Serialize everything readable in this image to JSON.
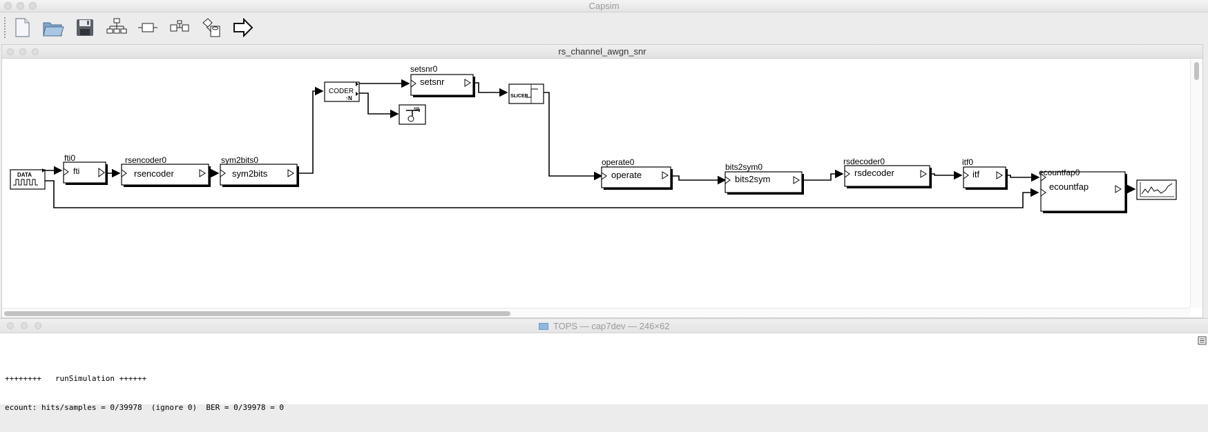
{
  "app": {
    "title": "Capsim"
  },
  "toolbar": {
    "buttons": [
      {
        "icon": "new-document-icon"
      },
      {
        "icon": "open-folder-icon"
      },
      {
        "icon": "save-disk-icon"
      },
      {
        "icon": "hierarchy-tree-icon"
      },
      {
        "icon": "block-icon"
      },
      {
        "icon": "connect-blocks-icon"
      },
      {
        "icon": "parameters-icon"
      },
      {
        "icon": "run-arrow-icon"
      }
    ]
  },
  "editor": {
    "title": "rs_channel_awgn_snr",
    "blocks": [
      {
        "name": "fti0",
        "label": "fti"
      },
      {
        "name": "rsencoder0",
        "label": "rsencoder"
      },
      {
        "name": "sym2bits0",
        "label": "sym2bits"
      },
      {
        "name": "setsnr0",
        "label": "setsnr"
      },
      {
        "name": "operate0",
        "label": "operate"
      },
      {
        "name": "bits2sym0",
        "label": "bits2sym"
      },
      {
        "name": "rsdecoder0",
        "label": "rsdecoder"
      },
      {
        "name": "itf0",
        "label": "itf"
      },
      {
        "name": "ecountfap0",
        "label": "ecountfap"
      }
    ],
    "source_label": "DATA",
    "coder_label": "CODER",
    "coder_sub": "↑N",
    "slicer_label": "SLICER"
  },
  "terminal": {
    "title": "TOPS — cap7dev — 246×62",
    "line1": "++++++++   runSimulation ++++++",
    "line2": "ecount: hits/samples = 0/39978  (ignore 0)  BER = 0/39978 = 0"
  }
}
